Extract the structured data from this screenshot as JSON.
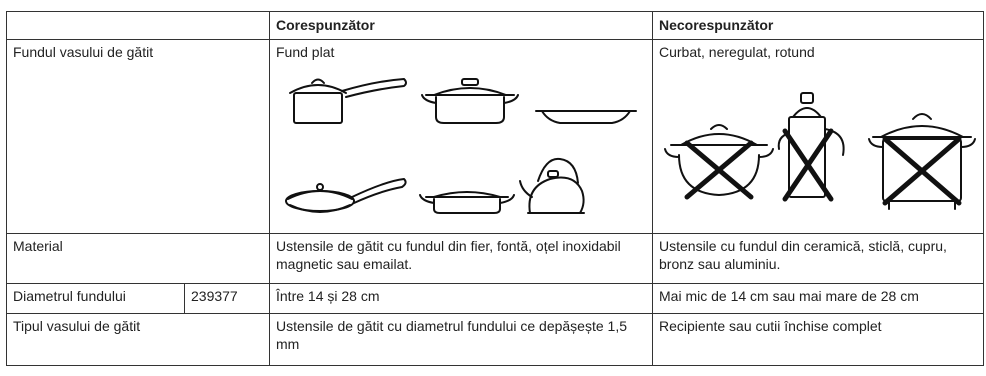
{
  "table": {
    "header": {
      "col_suitable": "Corespunzător",
      "col_unsuitable": "Necorespunzător"
    },
    "rows": [
      {
        "label": "Fundul vasului de gătit",
        "suitable": "Fund plat",
        "unsuitable": "Curbat, neregulat, rotund",
        "suitable_icons": [
          "saucepan-icon",
          "dutch-oven-icon",
          "flat-tray-icon",
          "frying-pan-icon",
          "shallow-pan-icon",
          "kettle-icon"
        ],
        "unsuitable_icons": [
          "round-pot-crossed-icon",
          "coffee-pot-crossed-icon",
          "tall-pot-crossed-icon"
        ]
      },
      {
        "label": "Material",
        "suitable": "Ustensile de gătit cu fundul din fier, fontă, oțel inoxidabil magnetic sau emailat.",
        "unsuitable": "Ustensile cu fundul din ceramică, sticlă, cupru, bronz sau aluminiu."
      },
      {
        "label": "Diametrul fundului",
        "code": "239377",
        "suitable": "Între 14 și 28 cm",
        "unsuitable": "Mai mic de 14 cm sau mai mare de 28 cm"
      },
      {
        "label": "Tipul vasului de gătit",
        "suitable": "Ustensile de gătit cu diametrul fundului ce depășește 1,5 mm",
        "unsuitable": "Recipiente sau cutii închise complet"
      }
    ]
  }
}
